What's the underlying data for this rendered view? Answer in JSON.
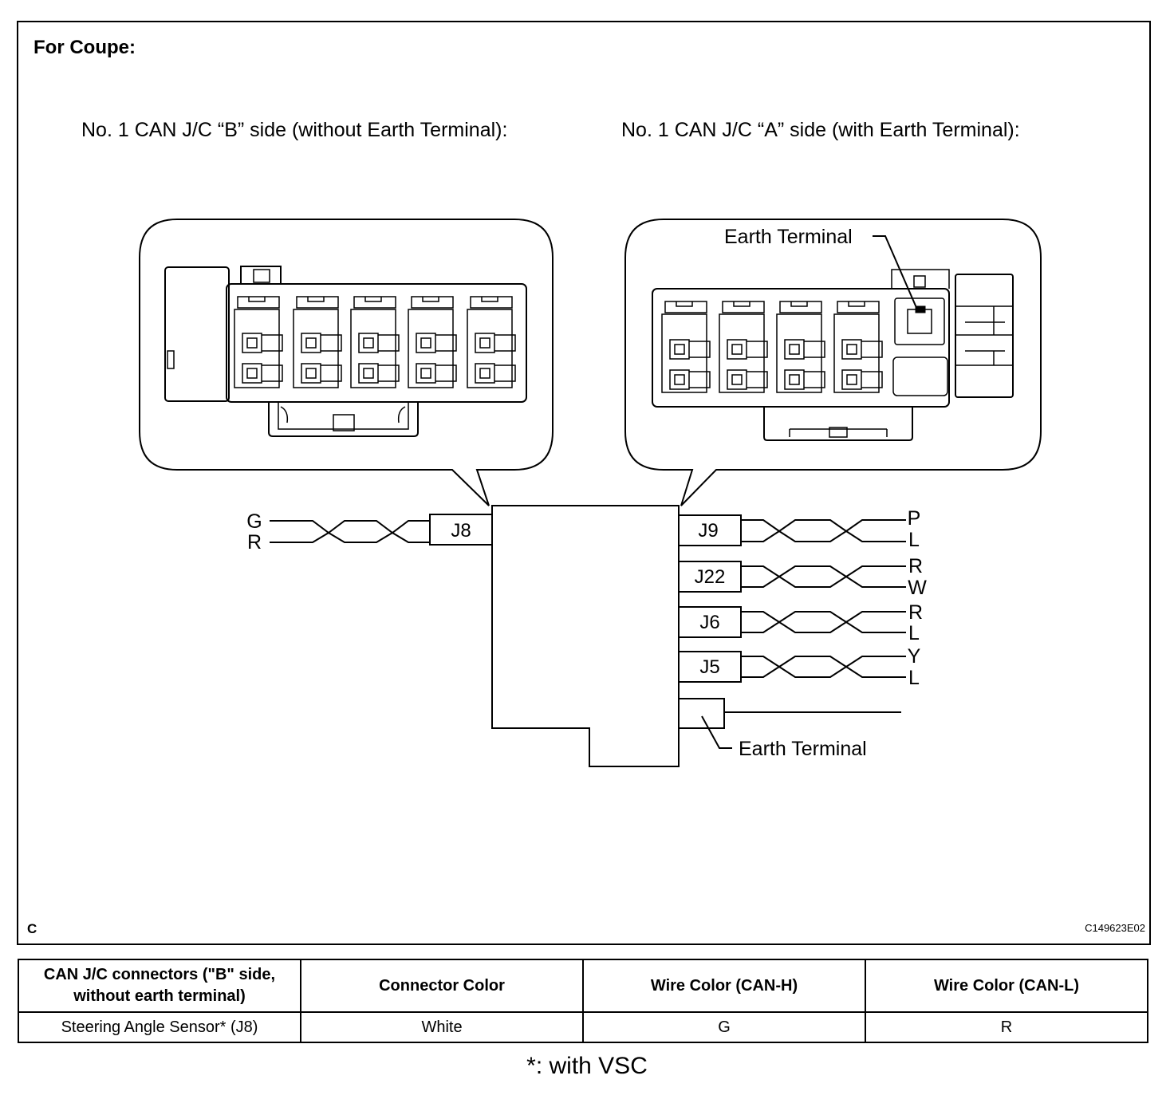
{
  "figure": {
    "heading": "For Coupe:",
    "label_b_side": "No. 1 CAN J/C “B” side (without Earth Terminal):",
    "label_a_side": "No. 1 CAN J/C “A” side (with Earth Terminal):",
    "earth_terminal_top": "Earth Terminal",
    "earth_terminal_bottom": "Earth Terminal",
    "corner_letter": "C",
    "figure_code": "C149623E02",
    "left_connector": {
      "id": "J8",
      "wire_top": "G",
      "wire_bottom": "R"
    },
    "right_connectors": [
      {
        "id": "J9",
        "wire_top": "P",
        "wire_bottom": "L"
      },
      {
        "id": "J22",
        "wire_top": "R",
        "wire_bottom": "W"
      },
      {
        "id": "J6",
        "wire_top": "R",
        "wire_bottom": "L"
      },
      {
        "id": "J5",
        "wire_top": "Y",
        "wire_bottom": "L"
      }
    ]
  },
  "table": {
    "headers": [
      "CAN J/C connectors (\"B\" side, without earth terminal)",
      "Connector Color",
      "Wire Color (CAN-H)",
      "Wire Color (CAN-L)"
    ],
    "rows": [
      [
        "Steering Angle Sensor* (J8)",
        "White",
        "G",
        "R"
      ]
    ]
  },
  "footnote": "*: with VSC"
}
